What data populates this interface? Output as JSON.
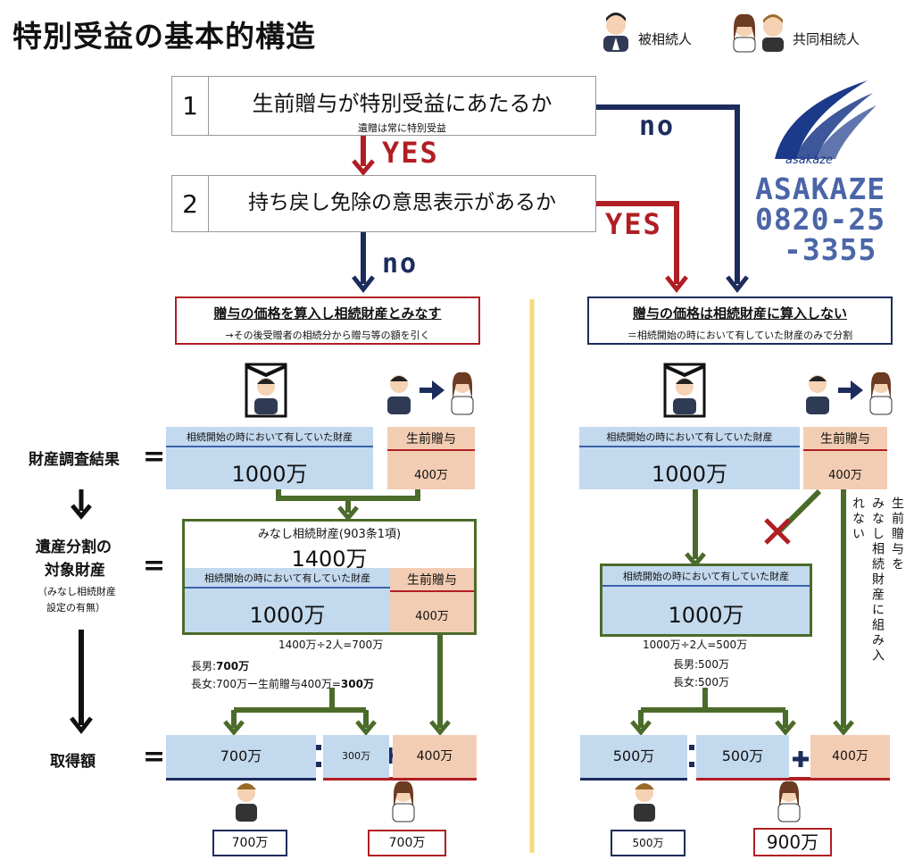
{
  "title": "特別受益の基本的構造",
  "legend": {
    "decedent": "被相続人",
    "heirs": "共同相続人"
  },
  "q1": {
    "num": "1",
    "text": "生前贈与が特別受益にあたるか",
    "sub": "遺贈は常に特別受益"
  },
  "q2": {
    "num": "2",
    "text": "持ち戻し免除の意思表示があるか"
  },
  "yes_label": "YES",
  "no_label": "no",
  "brand": {
    "logo_text": "asakaze",
    "name": "ASAKAZE",
    "phone1": "0820-25",
    "phone2": "-3355"
  },
  "left": {
    "result_main": "贈与の価格を算入し相続財産とみなす",
    "result_sub": "→その後受贈者の相続分から贈与等の額を引く",
    "estate_hdr": "相続開始の時において有していた財産",
    "estate_amt": "1000万",
    "gift_hdr": "生前贈与",
    "gift_amt": "400万",
    "deemed_title": "みなし相続財産(903条1項)",
    "deemed_amt": "1400万",
    "inner_hdr": "相続開始の時において有していた財産",
    "inner_amt": "1000万",
    "inner_gift_hdr": "生前贈与",
    "inner_gift_amt": "400万",
    "calc1": "1400万÷2人=700万",
    "calc2_label": "長男:",
    "calc2_val": "700万",
    "calc3_label": "長女:700万ー生前贈与400万=",
    "calc3_val": "300万",
    "acq1": "700万",
    "acq2": "300万",
    "acq3": "400万",
    "final1": "700万",
    "final2": "700万"
  },
  "right": {
    "result_main": "贈与の価格は相続財産に算入しない",
    "result_sub": "＝相続開始の時において有していた財産のみで分割",
    "estate_hdr": "相続開始の時において有していた財産",
    "estate_amt": "1000万",
    "gift_hdr": "生前贈与",
    "gift_amt": "400万",
    "inner_hdr": "相続開始の時において有していた財産",
    "inner_amt": "1000万",
    "vertical_note1": "生前贈与を",
    "vertical_note2": "みなし相続財産に組み入",
    "vertical_note3": "れない",
    "calc1": "1000万÷2人=500万",
    "calc2": "長男:500万",
    "calc3": "長女:500万",
    "acq1": "500万",
    "acq2": "500万",
    "acq3": "400万",
    "final1": "500万",
    "final2": "900万"
  },
  "row_labels": {
    "survey": "財産調査結果",
    "division_1": "遺産分割の",
    "division_2": "対象財産",
    "division_note_1": "（みなし相続財産",
    "division_note_2": "設定の有無）",
    "acquisition": "取得額"
  },
  "colors": {
    "navy": "#1c2c5c",
    "red": "#b01e23",
    "green": "#4b6b2a",
    "blue_fill": "#c3d9ee",
    "peach_fill": "#f3cdb3",
    "yellow_divider": "#f7d97a"
  }
}
